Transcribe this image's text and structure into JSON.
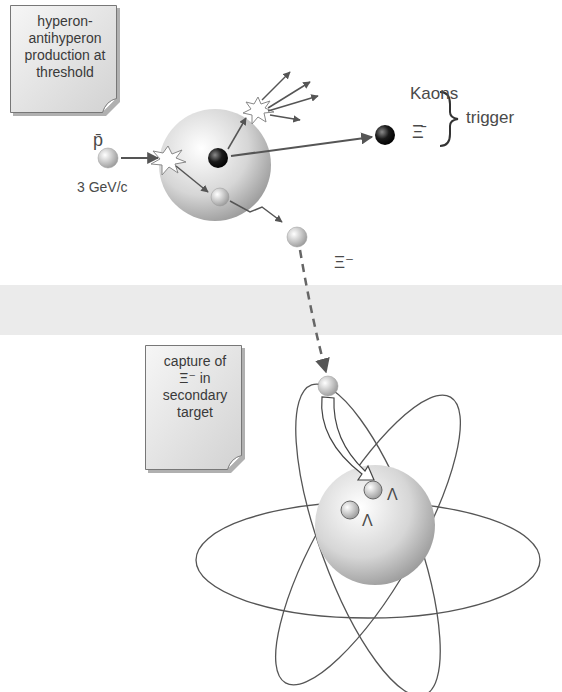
{
  "diagram": {
    "nodes": [
      {
        "text": [
          "hyperon-antihyperon production at threshold"
        ]
      },
      {
        "text": [
          "capture of Ξ⁻ in secondary target"
        ]
      }
    ],
    "labels": [
      "p̄",
      "3 GeV/c",
      "Kaons",
      "Ξ̄",
      "trigger",
      "Ξ⁻",
      "Λ",
      "Λ"
    ]
  }
}
